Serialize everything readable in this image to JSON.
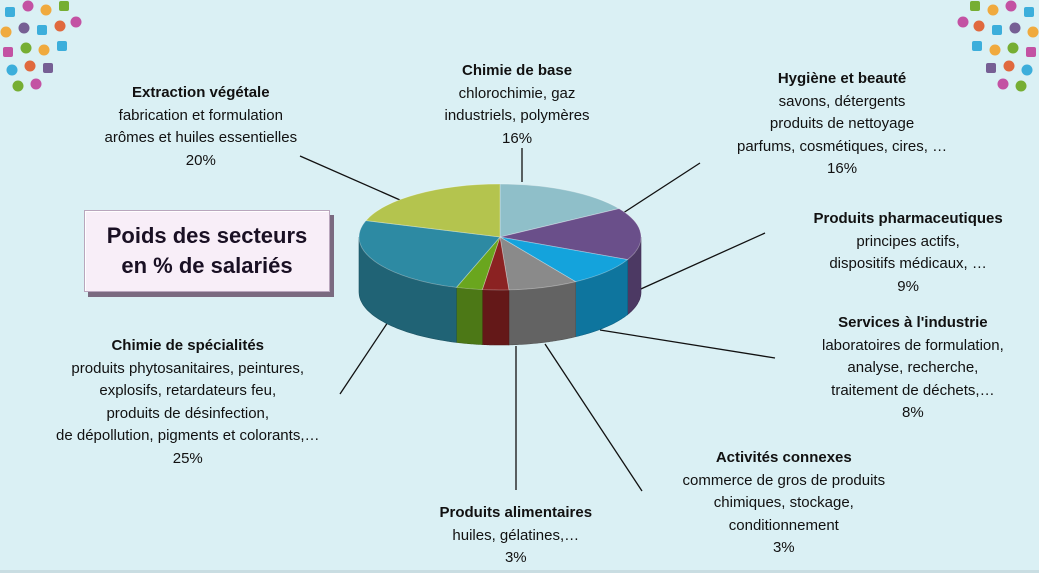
{
  "title": "Poids des secteurs\nen % de salariés",
  "chart_data": {
    "type": "pie",
    "title": "Poids des secteurs en % de salariés",
    "unit": "%",
    "slices": [
      {
        "name": "Chimie de base",
        "desc": [
          "chlorochimie, gaz",
          "industriels, polymères"
        ],
        "value": 16,
        "label": "16%",
        "color": "#8fbfc9"
      },
      {
        "name": "Hygiène et beauté",
        "desc": [
          "savons, détergents",
          "produits de nettoyage",
          "parfums, cosmétiques, cires, …"
        ],
        "value": 16,
        "label": "16%",
        "color": "#6a4f8a"
      },
      {
        "name": "Produits pharmaceutiques",
        "desc": [
          "principes actifs,",
          "dispositifs médicaux, …"
        ],
        "value": 9,
        "label": "9%",
        "color": "#14a3dc"
      },
      {
        "name": "Services à l'industrie",
        "desc": [
          "laboratoires de formulation,",
          "analyse, recherche,",
          "traitement de  déchets,…"
        ],
        "value": 8,
        "label": "8%",
        "color": "#8a8a8a"
      },
      {
        "name": "Activités connexes",
        "desc": [
          "commerce de gros de produits",
          "chimiques, stockage,",
          "conditionnement"
        ],
        "value": 3,
        "label": "3%",
        "color": "#8b2222"
      },
      {
        "name": "Produits alimentaires",
        "desc": [
          "huiles, gélatines,…"
        ],
        "value": 3,
        "label": "3%",
        "color": "#6aa61e"
      },
      {
        "name": "Chimie de spécialités",
        "desc": [
          "produits phytosanitaires, peintures,",
          "explosifs, retardateurs feu,",
          "produits de désinfection,",
          "de dépollution, pigments et colorants,…"
        ],
        "value": 25,
        "label": "25%",
        "color": "#2d8aa3"
      },
      {
        "name": "Extraction végétale",
        "desc": [
          "fabrication et formulation",
          "arômes et huiles essentielles"
        ],
        "value": 20,
        "label": "20%",
        "color": "#b4c44e"
      }
    ]
  }
}
